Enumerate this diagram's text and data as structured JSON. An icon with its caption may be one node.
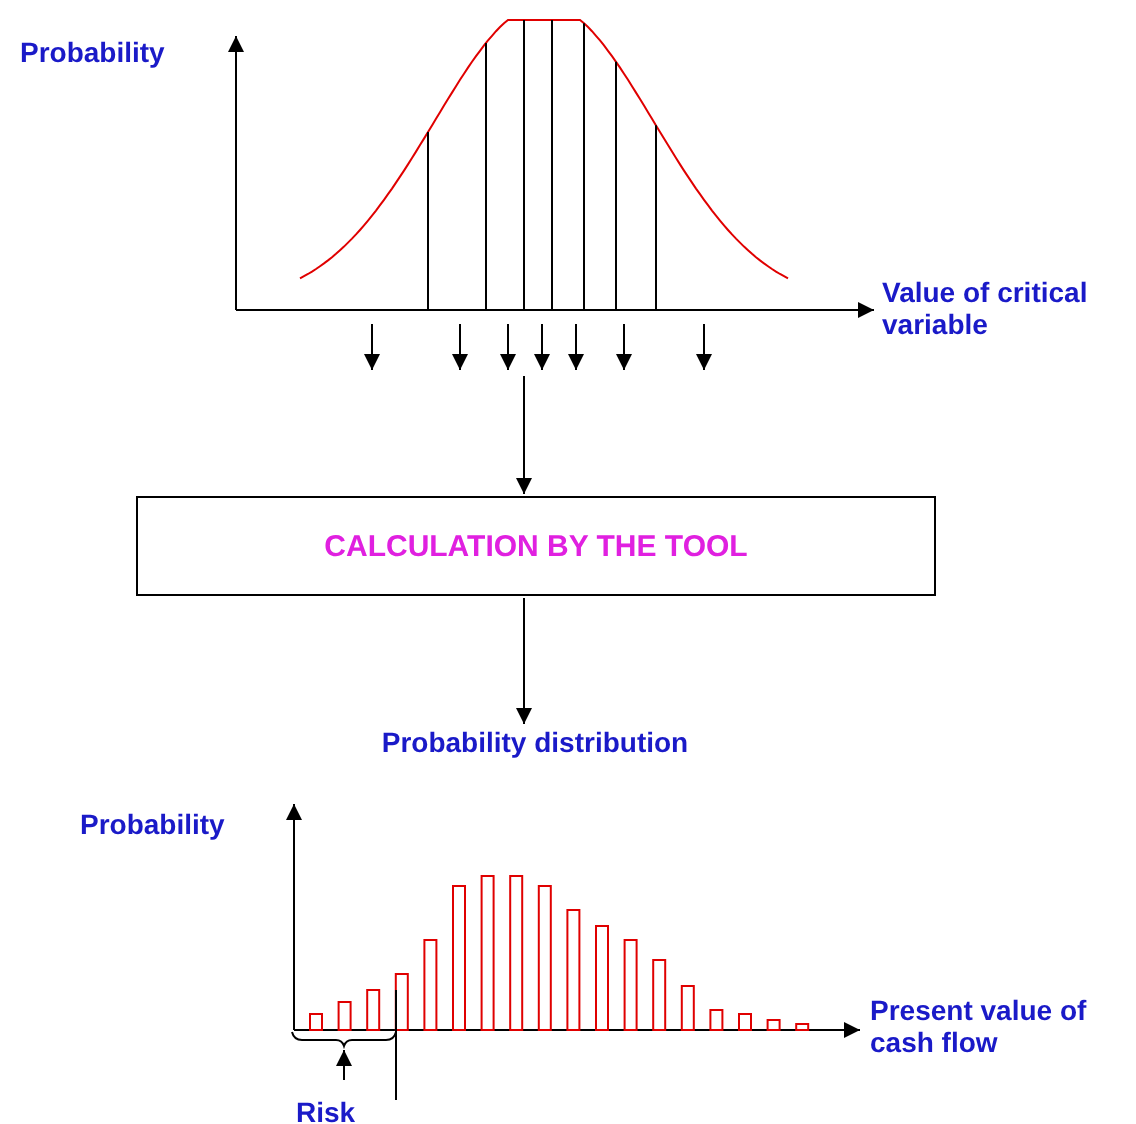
{
  "diagram": {
    "nodes": [
      {
        "text": [],
        "shape": "picture"
      },
      {
        "text": [
          "CALCULATION BY THE TOOL"
        ]
      },
      {
        "text": [
          "Probability distribution"
        ]
      }
    ],
    "edges": [
      {
        "from": 0,
        "to": 1,
        "arrow": "to"
      },
      {
        "from": 1,
        "to": 2,
        "arrow": "to"
      }
    ],
    "labels": [
      "Probability",
      "Value of critical variable",
      "Probability",
      "Present value of cash flow",
      "Risk"
    ]
  }
}
